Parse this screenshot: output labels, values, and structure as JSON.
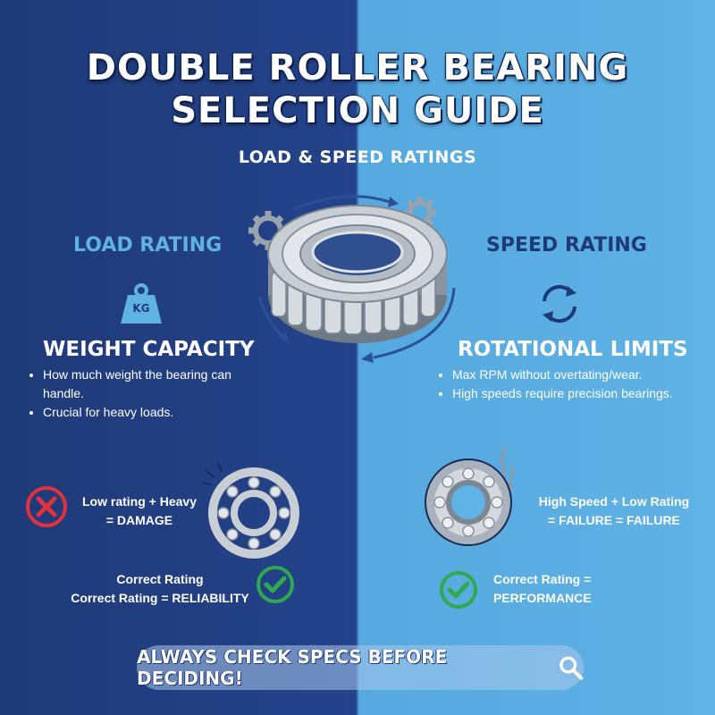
{
  "title_line1": "DOUBLE ROLLER BEARING",
  "title_line2": "SELECTION GUIDE",
  "subtitle": "LOAD & SPEED RATINGS",
  "load": {
    "heading": "LOAD RATING",
    "weight_label": "KG",
    "section": "WEIGHT CAPACITY",
    "bullets": [
      "How much weight the bearing can handle.",
      "Crucial for heavy loads."
    ],
    "warning_line1": "Low rating + Heavy",
    "warning_line2": "= DAMAGE",
    "good_line1": "Correct Rating",
    "good_line2": "Correct Rating = RELIABILITY"
  },
  "speed": {
    "heading": "SPEED RATING",
    "section": "ROTATIONAL LIMITS",
    "bullets": [
      "Max RPM without overtating/wear.",
      "High speeds require precision bearings."
    ],
    "warning_line1": "High Speed + Low Rating",
    "warning_line2": "= FAILURE = FAILURE",
    "good_line1": "Correct Rating =",
    "good_line2": "PERFORMANCE"
  },
  "banner": "ALWAYS CHECK SPECS BEFORE DECIDING!",
  "colors": {
    "left_bg": "#24438a",
    "right_bg": "#5fb2e4",
    "load_heading": "#5fb2e4",
    "speed_heading": "#1f3a78",
    "error_red": "#e0323c",
    "success_green": "#2fa84f"
  },
  "icons": [
    "weight-icon",
    "rotate-icon",
    "error-x-icon",
    "check-icon",
    "search-icon",
    "gear-icon",
    "bearing-icon"
  ]
}
